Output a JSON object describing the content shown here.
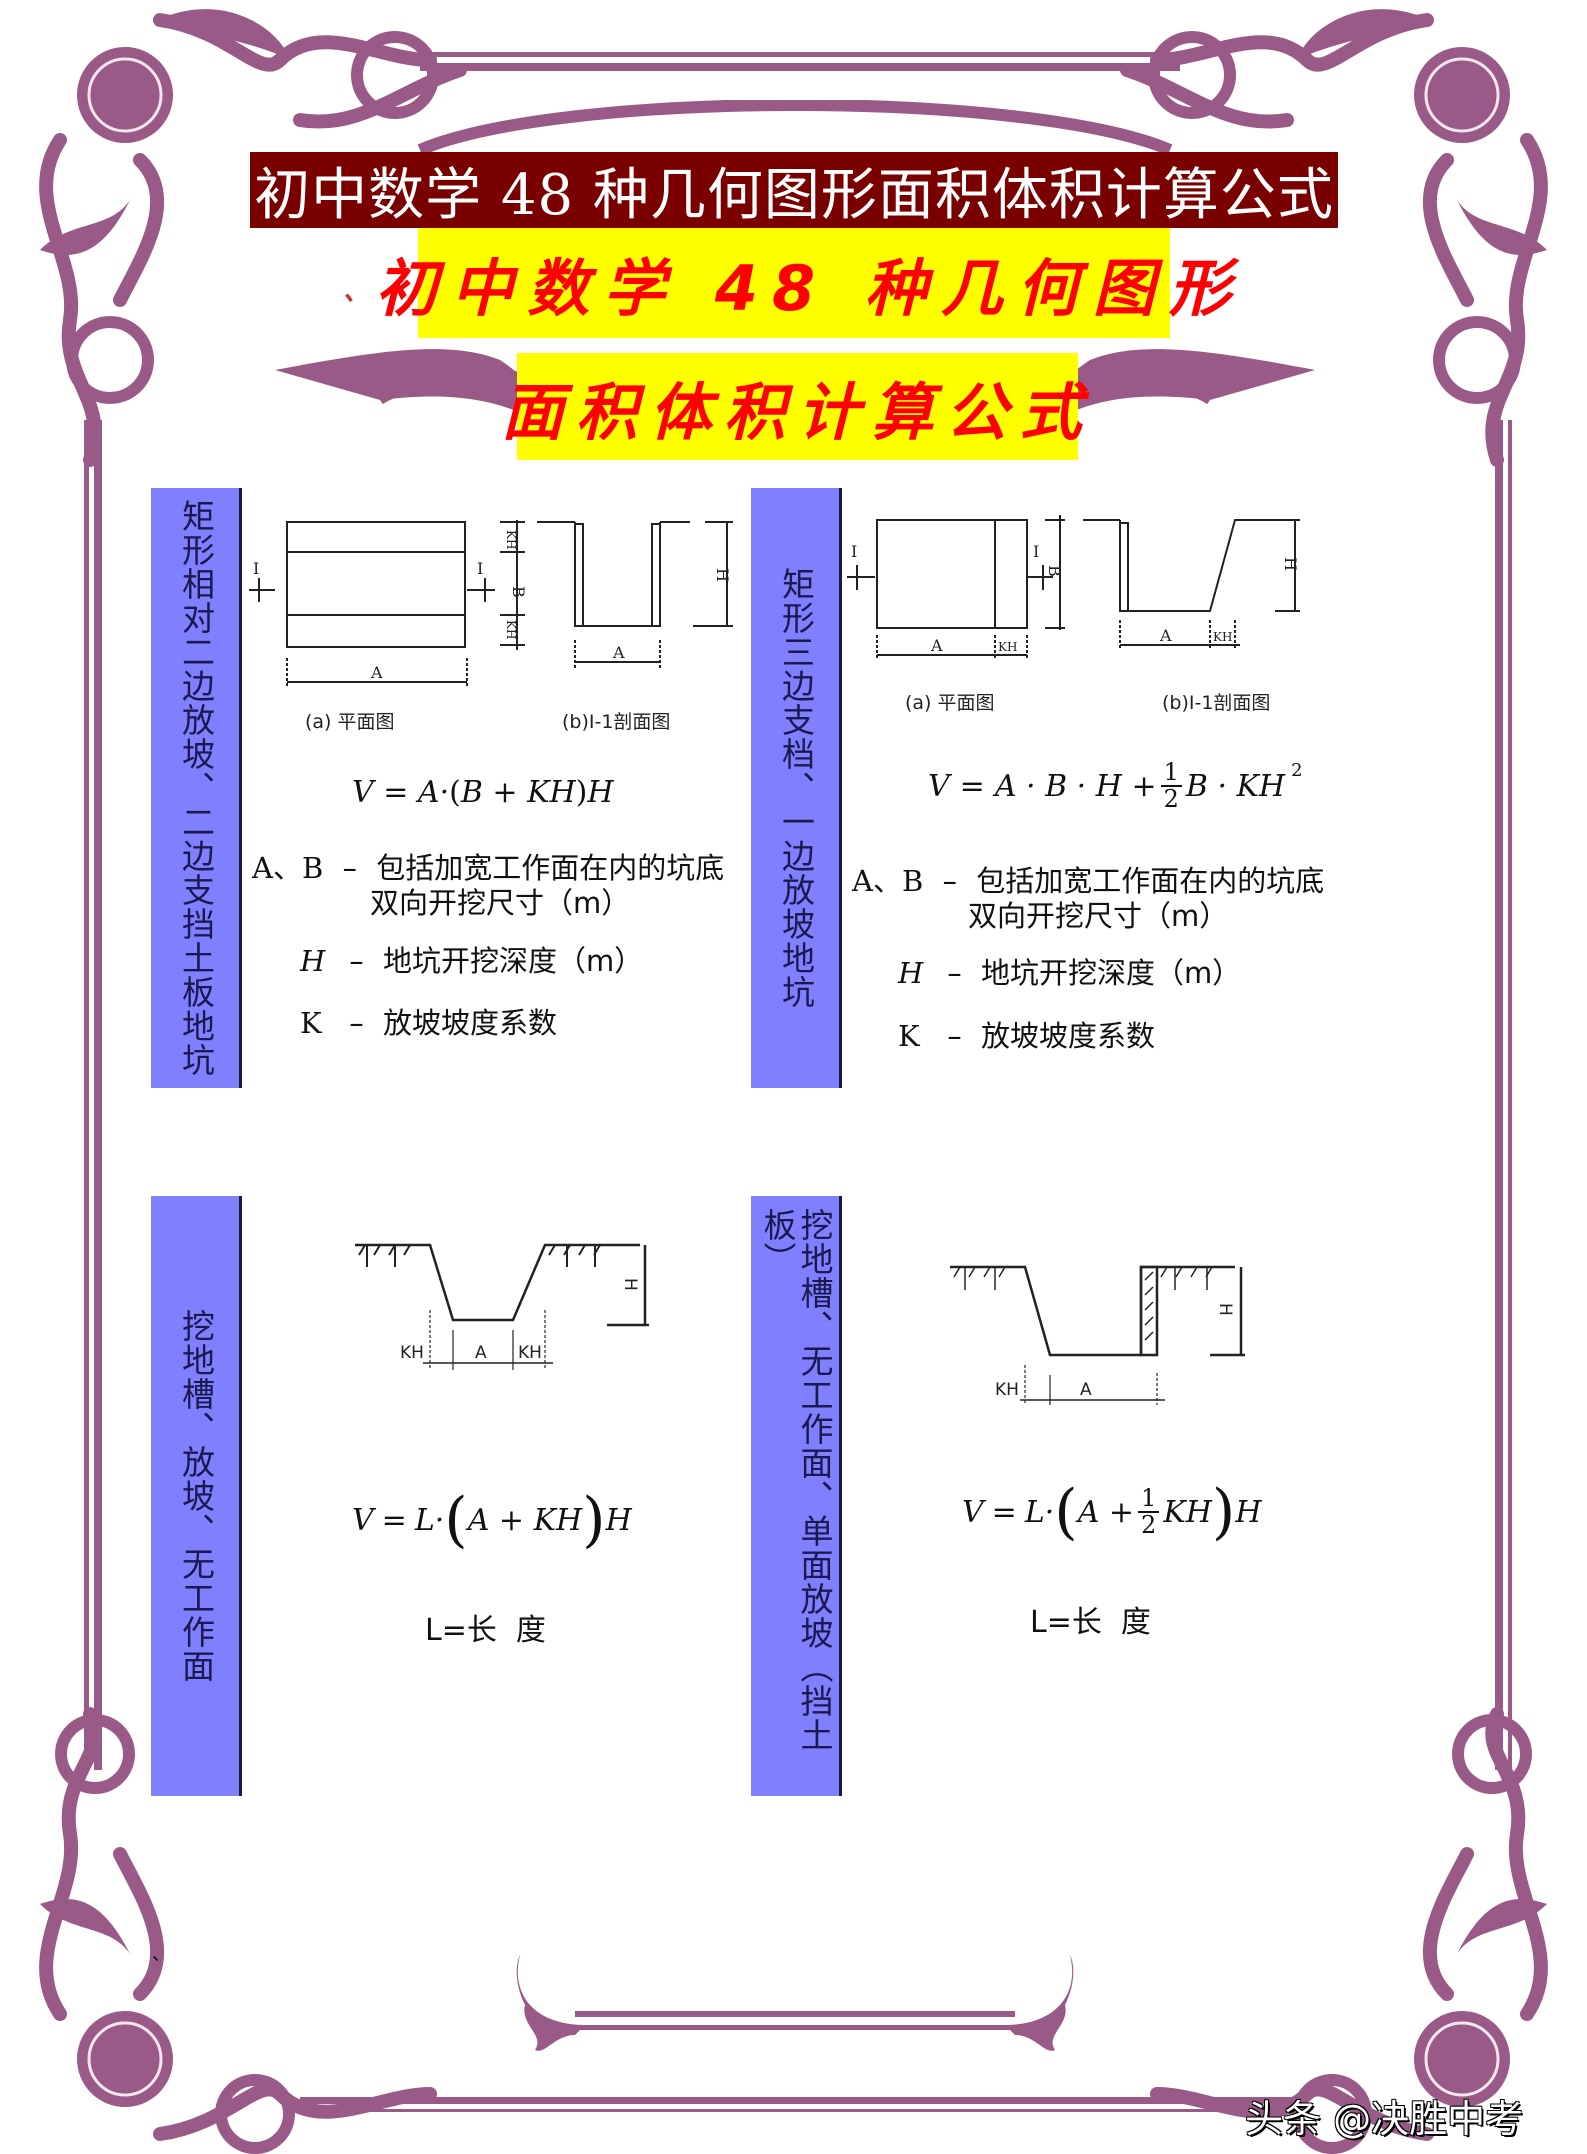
{
  "header": {
    "title": "初中数学 48 种几何图形面积体积计算公式",
    "banner_line1_mark": "、",
    "banner_line1": "初中数学 48 种几何图形",
    "banner_line2": "面积体积计算公式"
  },
  "colors": {
    "title_bg": "#7a0000",
    "title_text": "#ffffff",
    "banner_bg": "#ffff00",
    "banner_text": "#ff0000",
    "label_bar": "#8080ff",
    "frame": "#9a5a88"
  },
  "panels": [
    {
      "label": "矩形相对二边放坡、二边支挡土板地坑",
      "diagram": {
        "plan_caption": "(a) 平面图",
        "section_caption": "(b)I-1剖面图",
        "labels": {
          "section_mark": "I",
          "A": "A",
          "B": "B",
          "KH": "KH",
          "H": "H"
        }
      },
      "formula": "V = A·(B + KH)H",
      "formula_parts": {
        "lhs": "V",
        "eq": "=",
        "a": "A·",
        "inner": "B + KH",
        "tail": "H"
      },
      "legend": [
        {
          "var": "A、B",
          "dash": "–",
          "text": "包括加宽工作面在内的坑底",
          "text2": "双向开挖尺寸（m）"
        },
        {
          "var": "H",
          "dash": "–",
          "text": "地坑开挖深度（m）"
        },
        {
          "var": "K",
          "dash": "–",
          "text": "放坡坡度系数"
        }
      ]
    },
    {
      "label": "矩形三边支档、一边放坡地坑",
      "diagram": {
        "plan_caption": "(a) 平面图",
        "section_caption": "(b)I-1剖面图",
        "labels": {
          "section_mark": "I",
          "A": "A",
          "B": "B",
          "KH": "KH",
          "H": "H"
        }
      },
      "formula": "V = A·B·H + 1/2 B·KH²",
      "formula_parts": {
        "lhs": "V",
        "eq": "=",
        "a": "A · B · H +",
        "num": "1",
        "den": "2",
        "tail": "B · KH",
        "sup": "2"
      },
      "legend": [
        {
          "var": "A、B",
          "dash": "–",
          "text": "包括加宽工作面在内的坑底",
          "text2": "双向开挖尺寸（m）"
        },
        {
          "var": "H",
          "dash": "–",
          "text": "地坑开挖深度（m）"
        },
        {
          "var": "K",
          "dash": "–",
          "text": "放坡坡度系数"
        }
      ]
    },
    {
      "label": "挖地槽、放坡、无工作面",
      "diagram": {
        "labels": {
          "KH_left": "KH",
          "A": "A",
          "KH_right": "KH",
          "H": "H"
        }
      },
      "formula": "V = L·(A + KH)H",
      "formula_parts": {
        "lhs": "V",
        "eq": "=",
        "a": "L·",
        "inner": "A + KH",
        "tail": "H"
      },
      "length_note": "L=长  度"
    },
    {
      "label": "挖地槽、无工作面、单面放坡（挡土板）",
      "diagram": {
        "labels": {
          "KH": "KH",
          "A": "A",
          "H": "H"
        }
      },
      "formula": "V = L·(A + 1/2 KH)H",
      "formula_parts": {
        "lhs": "V",
        "eq": "=",
        "a": "L·",
        "inner_a": "A +",
        "num": "1",
        "den": "2",
        "inner_b": "KH",
        "tail": "H"
      },
      "length_note": "L=长  度"
    }
  ],
  "stray_mark": "、",
  "watermark": "头条 @决胜中考"
}
